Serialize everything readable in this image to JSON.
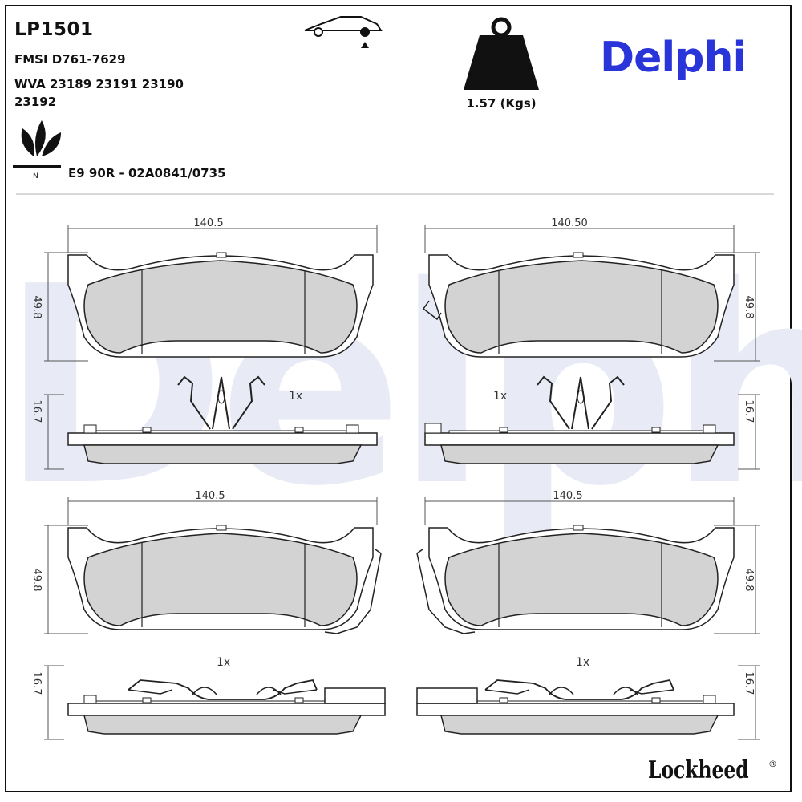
{
  "header": {
    "part_number": "LP1501",
    "fmsi": "FMSI D761-7629",
    "wva_line1": "WVA 23189 23191 23190",
    "wva_line2": "23192",
    "ece": "E9 90R - 02A0841/0735",
    "weight": "1.57 (Kgs)"
  },
  "brand": {
    "name": "Delphi",
    "color": "#2a35d9",
    "watermark": "Delphi",
    "watermark_color": "#e8ebf6"
  },
  "footer": {
    "brand": "Lockheed",
    "registered_mark": "®"
  },
  "icons": [
    "car-rear-axle-icon",
    "weight-icon",
    "eco-leaf-icon"
  ],
  "pads": [
    {
      "width_label": "140.5",
      "height_label": "49.8",
      "thickness_label": "16.7",
      "quantity": "1x"
    },
    {
      "width_label": "140.50",
      "height_label": "49.8",
      "thickness_label": "16.7",
      "quantity": "1x"
    },
    {
      "width_label": "140.5",
      "height_label": "49.8",
      "thickness_label": "16.7",
      "quantity": "1x"
    },
    {
      "width_label": "140.5",
      "height_label": "49.8",
      "thickness_label": "16.7",
      "quantity": "1x"
    }
  ]
}
